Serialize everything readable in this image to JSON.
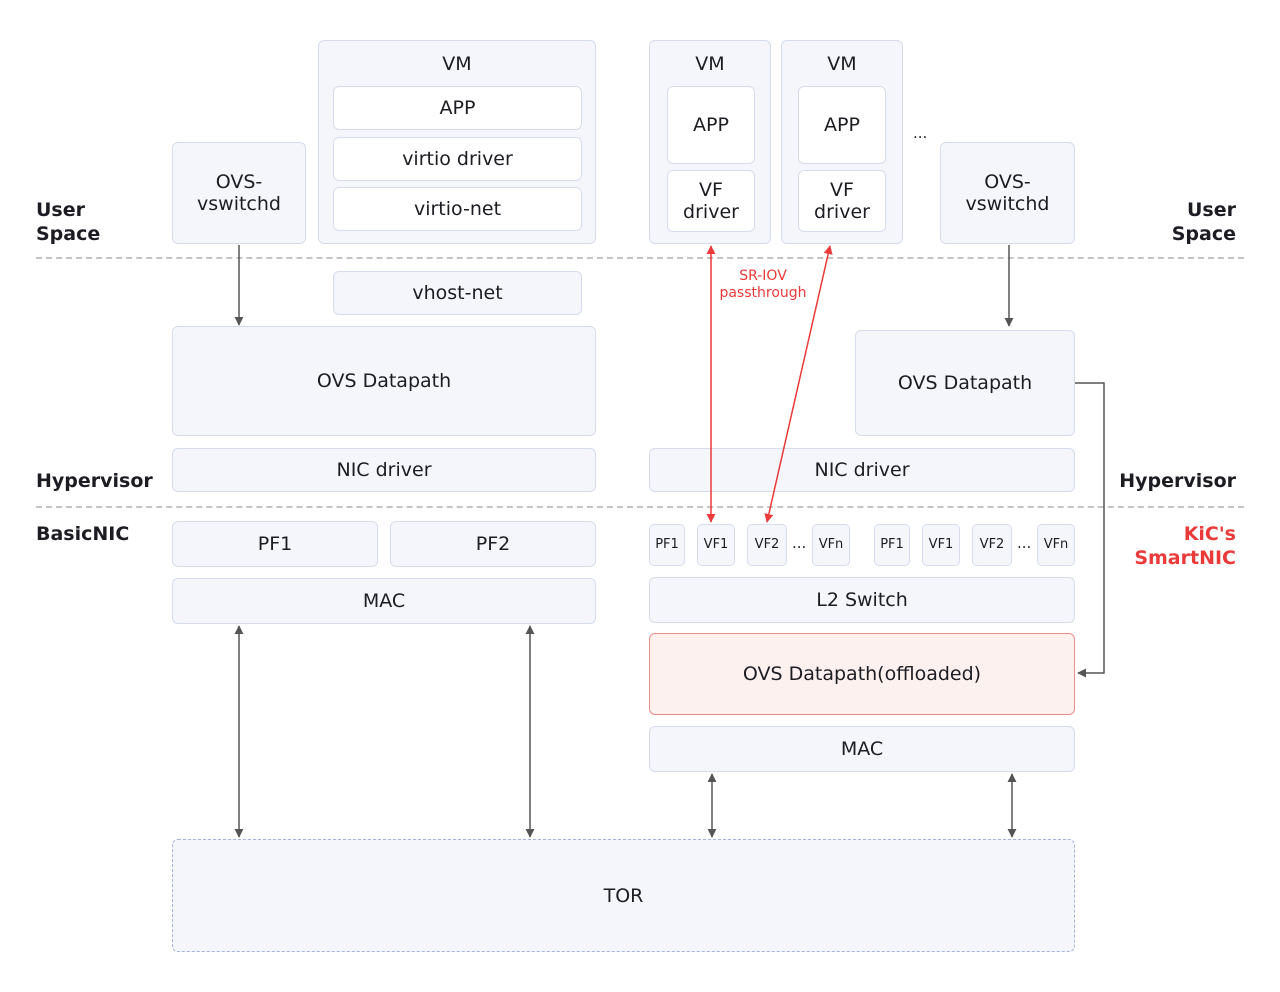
{
  "labels": {
    "user_space_left": "User\nSpace",
    "user_space_right": "User\nSpace",
    "hypervisor_left": "Hypervisor",
    "hypervisor_right": "Hypervisor",
    "basicnic": "BasicNIC",
    "smartnic": "KiC's\nSmartNIC"
  },
  "left": {
    "ovs_vswitchd": "OVS-\nvswitchd",
    "vm_title": "VM",
    "app": "APP",
    "virtio_driver": "virtio driver",
    "virtio_net": "virtio-net",
    "vhost_net": "vhost-net",
    "ovs_datapath": "OVS Datapath",
    "nic_driver": "NIC driver",
    "pf1": "PF1",
    "pf2": "PF2",
    "mac": "MAC"
  },
  "right": {
    "vm1_title": "VM",
    "vm1_app": "APP",
    "vm1_vf_driver": "VF\ndriver",
    "vm2_title": "VM",
    "vm2_app": "APP",
    "vm2_vf_driver": "VF\ndriver",
    "ellipsis": "...",
    "ovs_vswitchd": "OVS-\nvswitchd",
    "sriov_label": "SR-IOV\npassthrough",
    "ovs_datapath": "OVS Datapath",
    "nic_driver": "NIC driver",
    "ports_a": [
      "PF1",
      "VF1",
      "VF2",
      "VFn"
    ],
    "ports_b": [
      "PF1",
      "VF1",
      "VF2",
      "VFn"
    ],
    "port_ellipsis": "...",
    "l2_switch": "L2 Switch",
    "ovs_offloaded": "OVS Datapath(offloaded)",
    "mac": "MAC"
  },
  "tor": "TOR",
  "colors": {
    "box_fill": "#f4f6fc",
    "box_border": "#d6dcee",
    "highlight_red": "#ea3a3a",
    "offload_fill": "#fdf1f0",
    "arrow_gray": "#555555"
  }
}
